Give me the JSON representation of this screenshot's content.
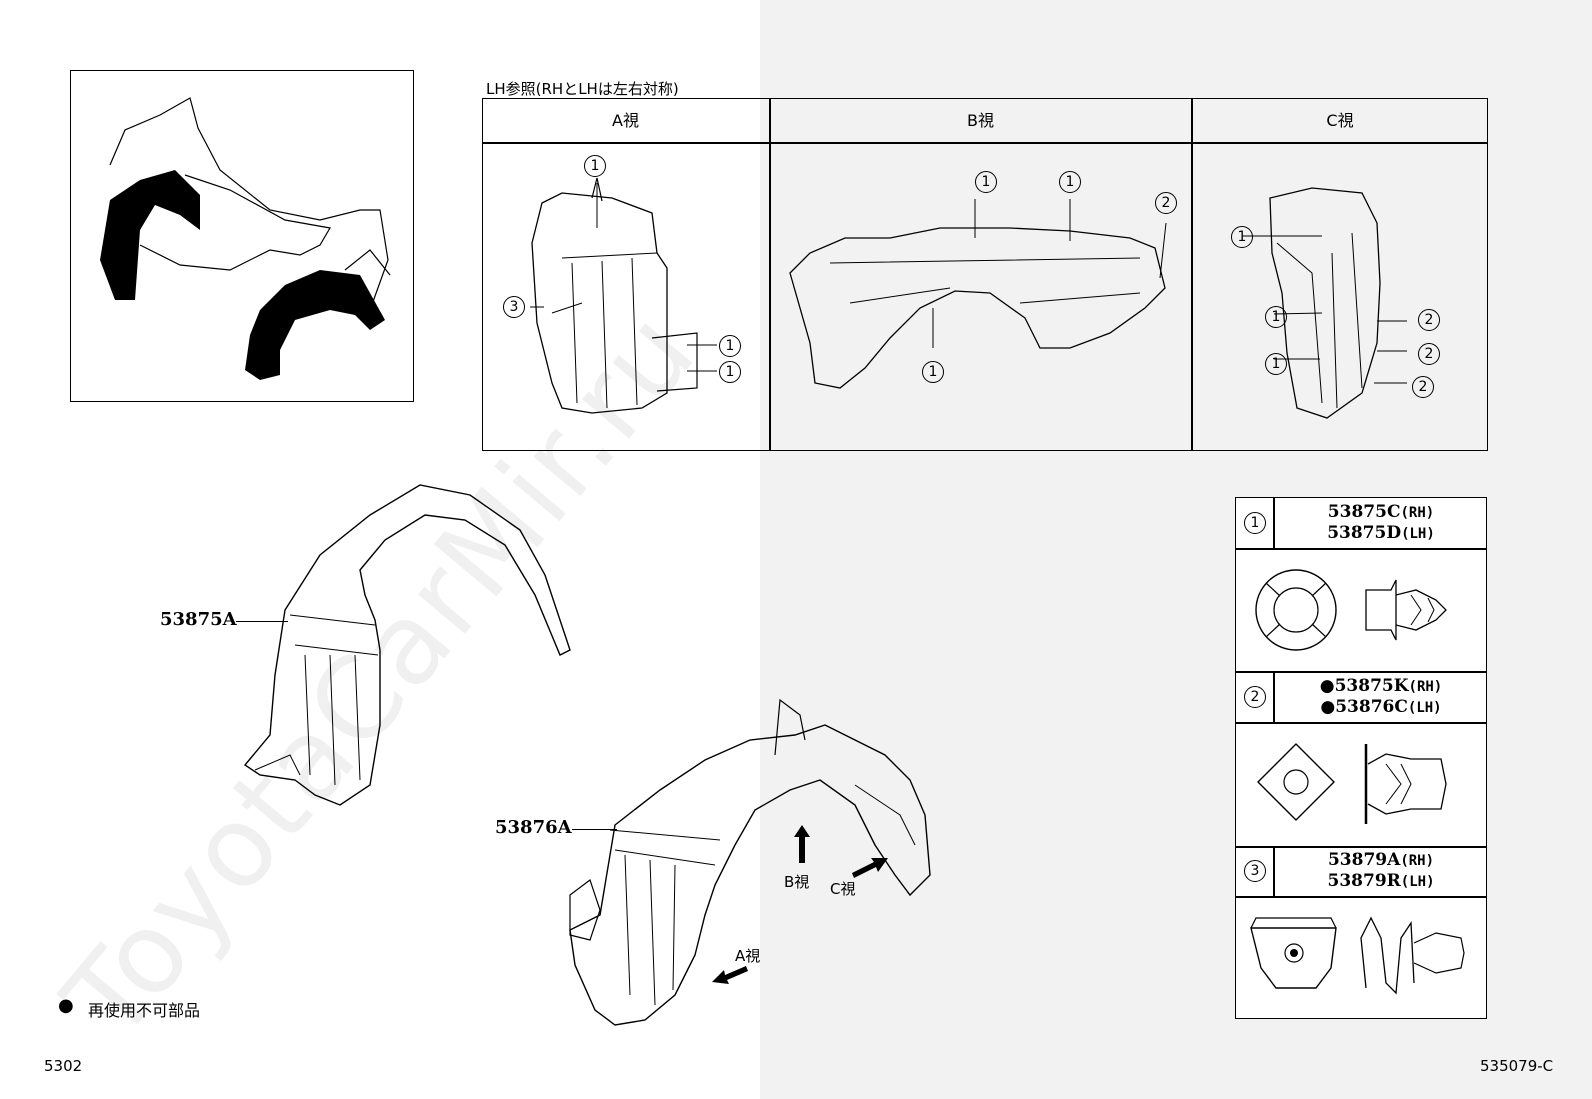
{
  "header_note": "LH参照(RHとLHは左右対称)",
  "views": [
    {
      "label": "A視"
    },
    {
      "label": "B視"
    },
    {
      "label": "C視"
    }
  ],
  "view_callouts": {
    "a": [
      "1",
      "3",
      "1",
      "1"
    ],
    "b": [
      "1",
      "1",
      "2",
      "1"
    ],
    "c": [
      "1",
      "1",
      "1",
      "2",
      "2",
      "2"
    ]
  },
  "parts": {
    "part1": "53875A",
    "part2": "53876A"
  },
  "arrow_labels": {
    "a": "A視",
    "b": "B視",
    "c": "C視"
  },
  "legend": [
    {
      "num": "1",
      "line1": "53875C",
      "suffix1": "(RH)",
      "line2": "53875D",
      "suffix2": "(LH)"
    },
    {
      "num": "2",
      "line1": "●53875K",
      "suffix1": "(RH)",
      "line2": "●53876C",
      "suffix2": "(LH)"
    },
    {
      "num": "3",
      "line1": "53879A",
      "suffix1": "(RH)",
      "line2": "53879R",
      "suffix2": "(LH)"
    }
  ],
  "footnote": {
    "bullet": "●",
    "text": "再使用不可部品"
  },
  "page_number": "5302",
  "diagram_code": "535079-C",
  "watermark": "ToyotaCarMir.ru"
}
